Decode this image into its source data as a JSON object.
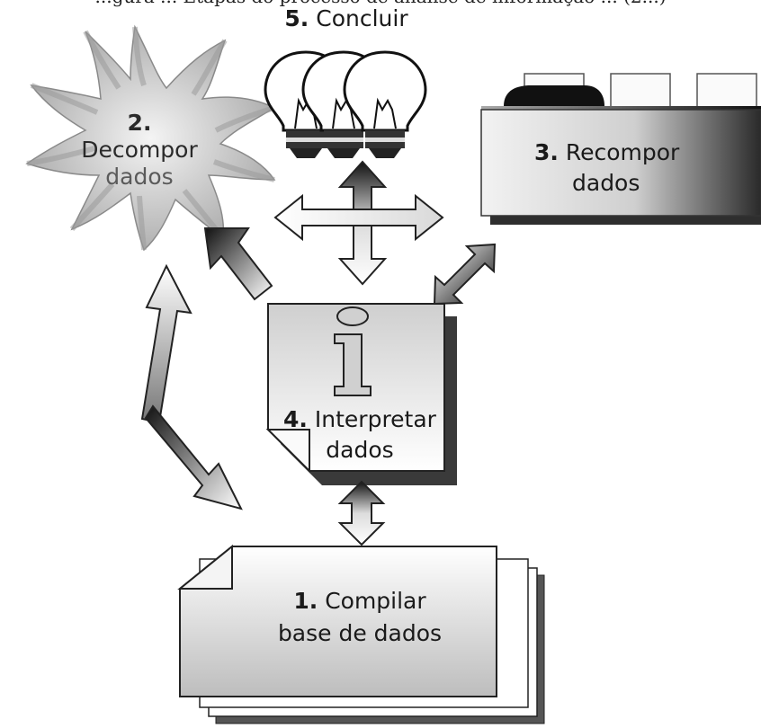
{
  "caption": "...gura ... Etapas do processo de análise de informação ... (2...)",
  "steps": {
    "s1": {
      "num": "1.",
      "line1": "Compilar",
      "line2": "base de dados"
    },
    "s2": {
      "num": "2.",
      "line1": "Decompor",
      "line2": "dados"
    },
    "s3": {
      "num": "3.",
      "line1": "Recompor",
      "line2": "dados"
    },
    "s4": {
      "num": "4.",
      "line1": "Interpretar",
      "line2": "dados"
    },
    "s5": {
      "num": "5.",
      "line1": "Concluir"
    }
  },
  "icons": {
    "s1": "document-stack-icon",
    "s2": "starburst-icon",
    "s3": "folder-tray-icon",
    "s4": "info-page-icon",
    "s5": "lightbulbs-icon"
  }
}
